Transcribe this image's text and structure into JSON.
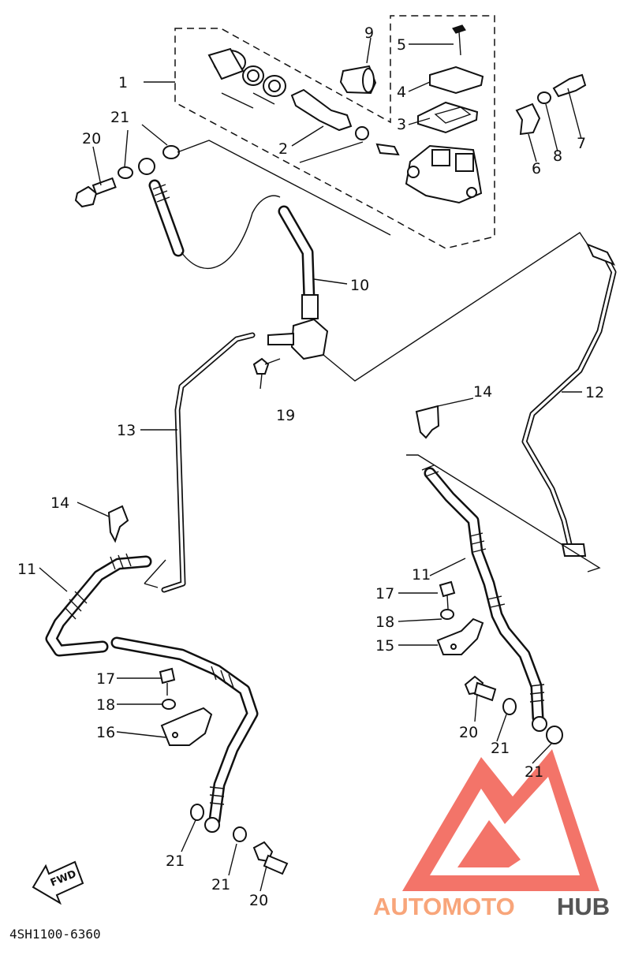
{
  "diagram": {
    "code": "4SH1100-6360",
    "fwd_label": "FWD",
    "callouts": [
      {
        "id": "c1",
        "text": "1"
      },
      {
        "id": "c2",
        "text": "2"
      },
      {
        "id": "c3",
        "text": "3"
      },
      {
        "id": "c4",
        "text": "4"
      },
      {
        "id": "c5",
        "text": "5"
      },
      {
        "id": "c6",
        "text": "6"
      },
      {
        "id": "c7",
        "text": "7"
      },
      {
        "id": "c8",
        "text": "8"
      },
      {
        "id": "c9",
        "text": "9"
      },
      {
        "id": "c10",
        "text": "10"
      },
      {
        "id": "c11a",
        "text": "11"
      },
      {
        "id": "c11b",
        "text": "11"
      },
      {
        "id": "c12",
        "text": "12"
      },
      {
        "id": "c13",
        "text": "13"
      },
      {
        "id": "c14a",
        "text": "14"
      },
      {
        "id": "c14b",
        "text": "14"
      },
      {
        "id": "c15",
        "text": "15"
      },
      {
        "id": "c16",
        "text": "16"
      },
      {
        "id": "c17a",
        "text": "17"
      },
      {
        "id": "c17b",
        "text": "17"
      },
      {
        "id": "c18a",
        "text": "18"
      },
      {
        "id": "c18b",
        "text": "18"
      },
      {
        "id": "c19",
        "text": "19"
      },
      {
        "id": "c20a",
        "text": "20"
      },
      {
        "id": "c20b",
        "text": "20"
      },
      {
        "id": "c20c",
        "text": "20"
      },
      {
        "id": "c21a",
        "text": "21"
      },
      {
        "id": "c21b",
        "text": "21"
      },
      {
        "id": "c21c",
        "text": "21"
      },
      {
        "id": "c21d",
        "text": "21"
      },
      {
        "id": "c21e",
        "text": "21"
      }
    ]
  },
  "watermark": {
    "part1": "AUTOMOTO",
    "part2": "HUB",
    "color_primary": "#f25c4f",
    "color_light": "#f8a57a",
    "color_dark": "#555555"
  }
}
